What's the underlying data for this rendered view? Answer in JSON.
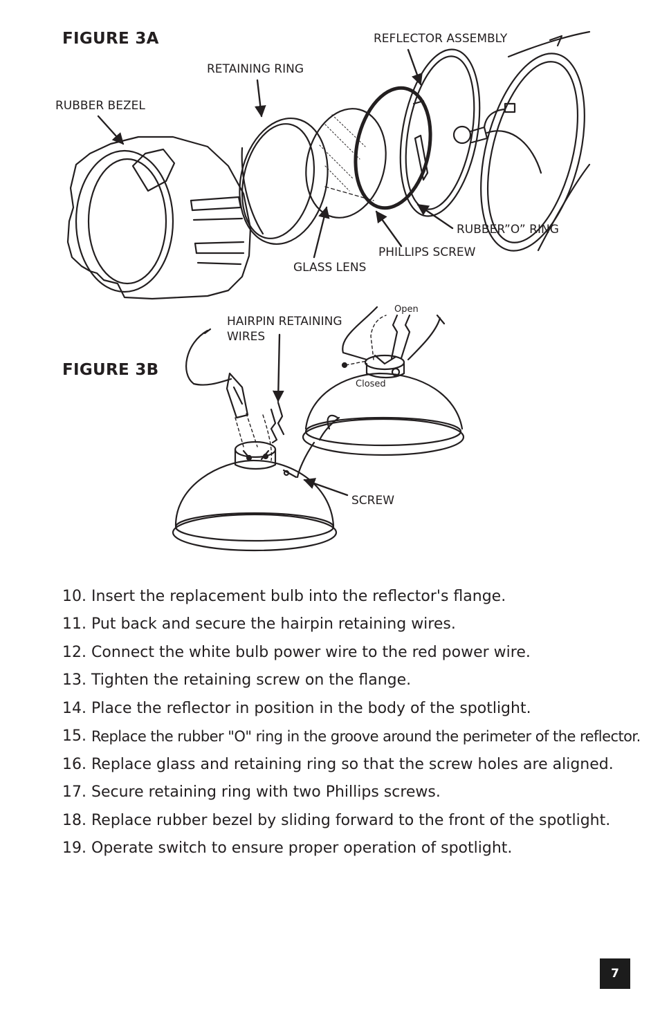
{
  "figure_a": {
    "title": "FIGURE 3A",
    "labels": {
      "reflector_assembly": "REFLECTOR ASSEMBLY",
      "retaining_ring": "RETAINING RING",
      "rubber_bezel": "RUBBER BEZEL",
      "rubber_o_ring": "RUBBER”O” RING",
      "phillips_screw": "PHILLIPS SCREW",
      "glass_lens": "GLASS LENS"
    }
  },
  "figure_b": {
    "title": "FIGURE 3B",
    "labels": {
      "hairpin_line1": "HAIRPIN RETAINING",
      "hairpin_line2": "WIRES",
      "open": "Open",
      "closed": "Closed",
      "screw": "SCREW"
    }
  },
  "steps": [
    {
      "num": "10.",
      "text": "Insert the replacement bulb into the reflector's flange."
    },
    {
      "num": "11.",
      "text": "Put back and secure the hairpin retaining wires."
    },
    {
      "num": "12.",
      "text": "Connect the white bulb power wire to the red power wire."
    },
    {
      "num": "13.",
      "text": "Tighten the retaining screw on the flange."
    },
    {
      "num": "14.",
      "text": "Place the reflector in position in the body of the spotlight."
    },
    {
      "num": "15.",
      "text": "Replace the rubber \"O\" ring in the groove around the perimeter of the reflector."
    },
    {
      "num": "16.",
      "text": "Replace glass and retaining ring so that the screw holes are aligned."
    },
    {
      "num": "17.",
      "text": "Secure retaining ring with two Phillips screws."
    },
    {
      "num": "18.",
      "text": "Replace rubber bezel by sliding forward to the front of the spotlight."
    },
    {
      "num": "19.",
      "text": "Operate switch to ensure proper operation of spotlight."
    }
  ],
  "page_number": "7"
}
